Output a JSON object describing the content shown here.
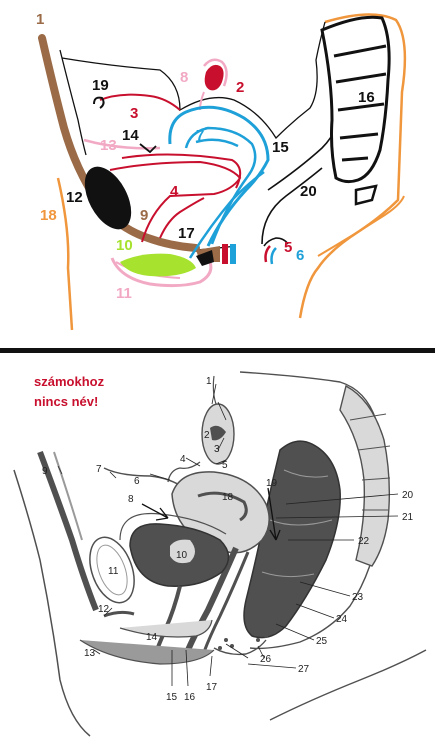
{
  "note": {
    "line1": "számokhoz",
    "line2": "nincs név!"
  },
  "colors": {
    "brown": "#9b6b48",
    "red": "#c8102e",
    "blue": "#1ea0d8",
    "pink": "#f2a9c4",
    "orange": "#f0963c",
    "lime": "#a6e22e",
    "black": "#111111",
    "gray_dark": "#505050",
    "gray_mid": "#9a9a9a",
    "gray_light": "#d9d9d9"
  },
  "top_labels": [
    {
      "text": "1",
      "color": "brown"
    },
    {
      "text": "2",
      "color": "red"
    },
    {
      "text": "3",
      "color": "red"
    },
    {
      "text": "4",
      "color": "red"
    },
    {
      "text": "5",
      "color": "red"
    },
    {
      "text": "6",
      "color": "blue"
    },
    {
      "text": "7",
      "color": "blue"
    },
    {
      "text": "8",
      "color": "pink"
    },
    {
      "text": "9",
      "color": "brown"
    },
    {
      "text": "10",
      "color": "lime"
    },
    {
      "text": "11",
      "color": "pink"
    },
    {
      "text": "12",
      "color": "black"
    },
    {
      "text": "13",
      "color": "pink"
    },
    {
      "text": "14",
      "color": "black"
    },
    {
      "text": "15",
      "color": "black"
    },
    {
      "text": "16",
      "color": "black"
    },
    {
      "text": "17",
      "color": "black"
    },
    {
      "text": "18",
      "color": "orange"
    },
    {
      "text": "19",
      "color": "black"
    },
    {
      "text": "20",
      "color": "black"
    }
  ],
  "bottom_labels": [
    "1",
    "2",
    "3",
    "4",
    "5",
    "6",
    "7",
    "8",
    "9",
    "10",
    "11",
    "12",
    "13",
    "14",
    "15",
    "16",
    "17",
    "18",
    "19",
    "20",
    "21",
    "22",
    "23",
    "24",
    "25",
    "26",
    "27"
  ]
}
